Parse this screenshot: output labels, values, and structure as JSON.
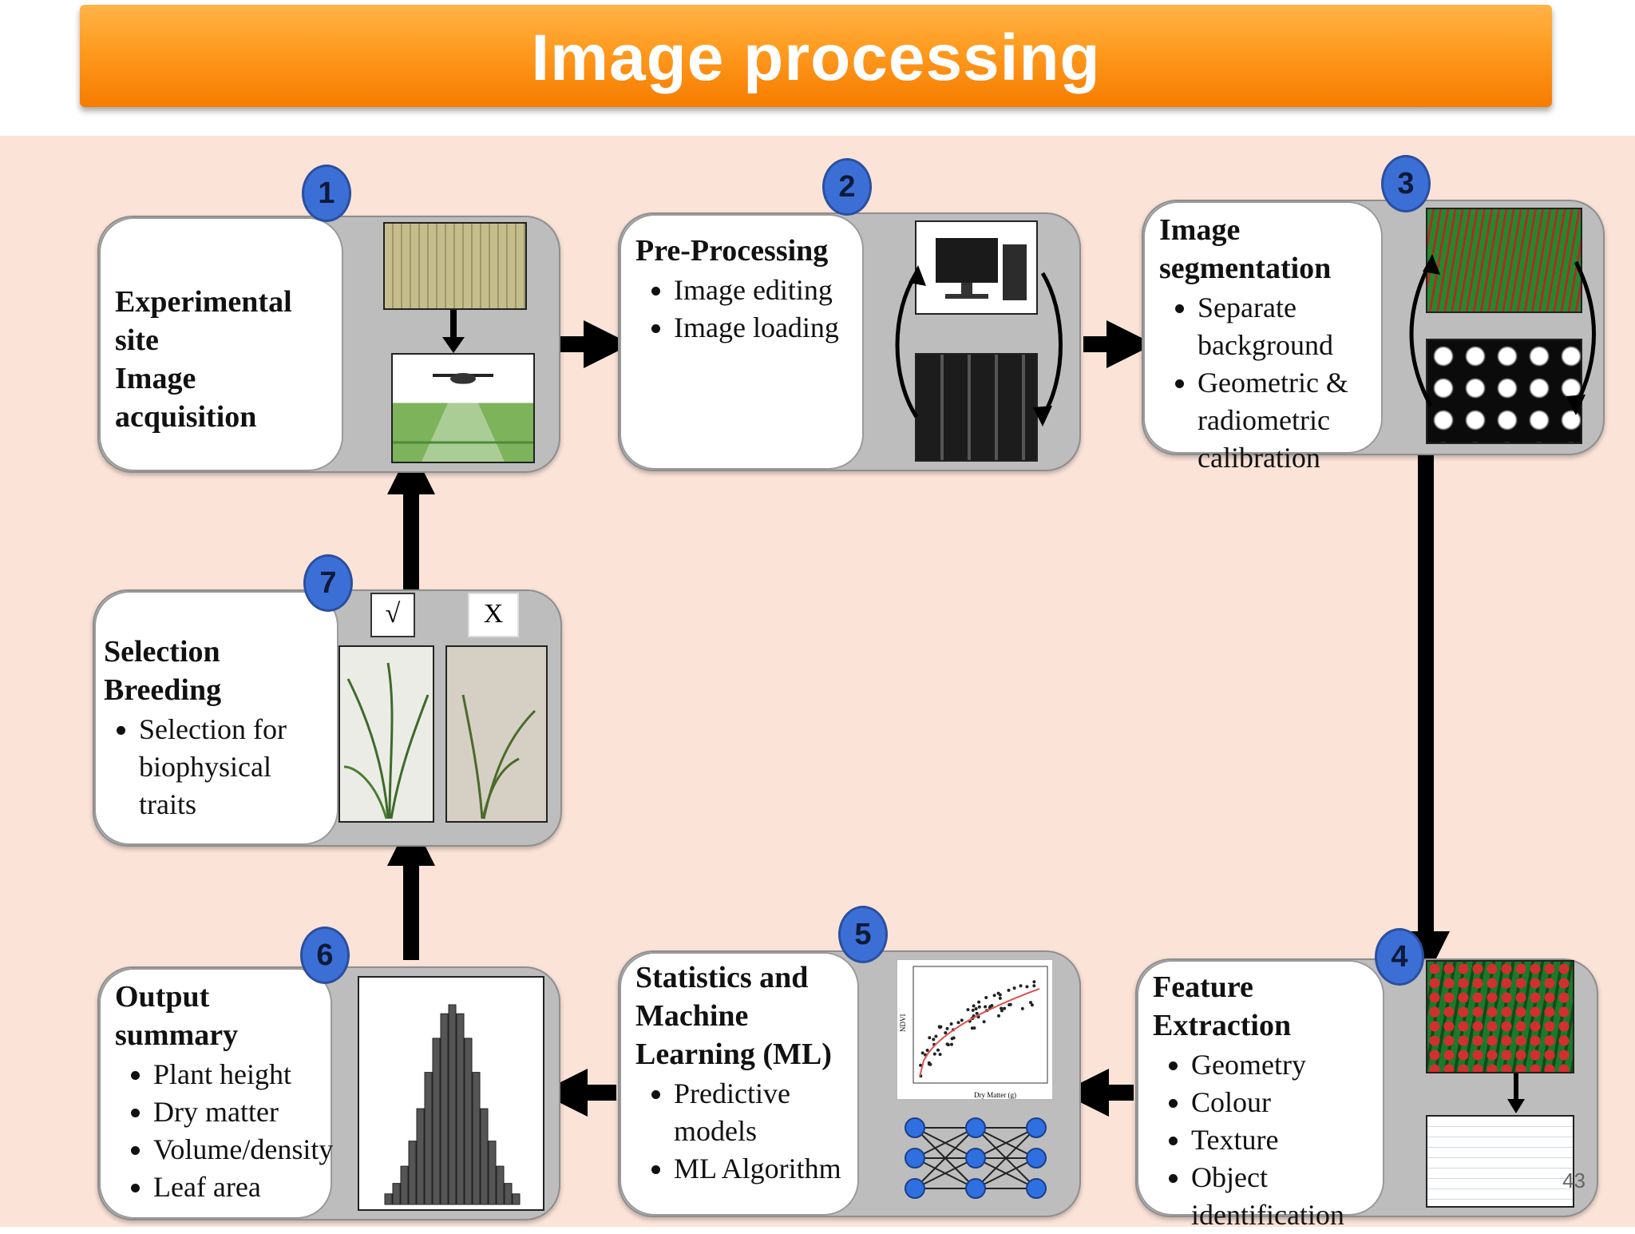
{
  "title": "Image processing",
  "steps": [
    {
      "number": "1",
      "lines": [
        "Experimental site",
        "Image acquisition"
      ]
    },
    {
      "number": "2",
      "title": "Pre-Processing",
      "bullets": [
        "Image editing",
        "Image loading"
      ]
    },
    {
      "number": "3",
      "title": "Image segmentation",
      "bullets": [
        "Separate background",
        "Geometric & radiometric calibration"
      ]
    },
    {
      "number": "4",
      "title": "Feature Extraction",
      "bullets": [
        "Geometry",
        "Colour",
        "Texture",
        "Object identification"
      ]
    },
    {
      "number": "5",
      "title": "Statistics and Machine Learning (ML)",
      "bullets": [
        "Predictive models",
        "ML Algorithm"
      ]
    },
    {
      "number": "6",
      "title": "Output summary",
      "bullets": [
        "Plant height",
        "Dry matter",
        "Volume/density",
        "Leaf area"
      ]
    },
    {
      "number": "7",
      "title": "Selection Breeding",
      "bullets": [
        "Selection for biophysical traits"
      ]
    }
  ],
  "marks": {
    "accept": "√",
    "reject": "X"
  },
  "scatter_axes": {
    "x": "Dry Matter (g)",
    "y": "NDVI"
  },
  "slide_number": "43",
  "colors": {
    "banner": "#f7941d",
    "badge": "#3c6fd6",
    "background": "#fbe3d8",
    "panel": "#bdbdbd"
  }
}
